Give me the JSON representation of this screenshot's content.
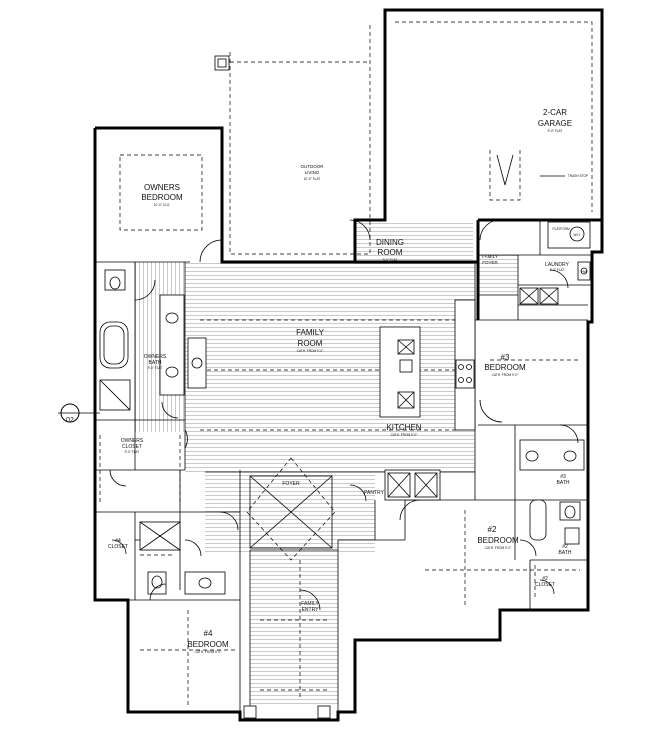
{
  "rooms": {
    "owners_bedroom": {
      "line1": "OWNERS",
      "line2": "BEDROOM",
      "note": "10'-0\" CLG."
    },
    "outdoor_living": {
      "line1": "OUTDOOR",
      "line2": "LIVING",
      "note": "10'-0\" FLAT"
    },
    "garage": {
      "line1": "2-CAR",
      "line2": "GARAGE",
      "note": "9'-0\" FLAT"
    },
    "dining_room": {
      "line1": "DINING",
      "line2": "ROOM",
      "note": "9'-0\" FLAT"
    },
    "family_foyer": {
      "line1": "FAMILY",
      "line2": "FOYER"
    },
    "laundry": {
      "line1": "LAUNDRY",
      "note": "9'-0\" FLAT"
    },
    "family_room": {
      "line1": "FAMILY",
      "line2": "ROOM",
      "note": "CATH. FROM 9'-0\""
    },
    "owners_bath": {
      "line1": "OWNERS",
      "line2": "BATH",
      "note": "9'-0\" FLAT"
    },
    "owners_closet": {
      "line1": "OWNERS",
      "line2": "CLOSET",
      "note": "9'-0\" FLAT"
    },
    "bedroom3": {
      "line1": "#3",
      "line2": "BEDROOM",
      "note": "CATH. FROM 9'-0\""
    },
    "kitchen": {
      "line1": "KITCHEN",
      "note": "CATH. FROM 9'-0\""
    },
    "bath3": {
      "line1": "#3",
      "line2": "BATH"
    },
    "bath2": {
      "line1": "#2",
      "line2": "BATH"
    },
    "bedroom2": {
      "line1": "#2",
      "line2": "BEDROOM",
      "note": "CATH. FROM 9'-0\""
    },
    "closet4": {
      "line1": "#4",
      "line2": "CLOSET"
    },
    "closet2": {
      "line1": "#2",
      "line2": "CLOSET"
    },
    "foyer": {
      "line1": "FOYER"
    },
    "family_entry": {
      "line1": "FAMILY",
      "line2": "ENTRY"
    },
    "pantry": {
      "line1": "PANTRY"
    },
    "bedroom4": {
      "line1": "#4",
      "line2": "BEDROOM",
      "note": "CATH. FROM 9'-0\""
    }
  },
  "labels": {
    "section_marker": "02",
    "trash_stop": "TRASH STOP",
    "platform": "PLATFORM",
    "wh": "W.H.",
    "hw": "HW"
  }
}
